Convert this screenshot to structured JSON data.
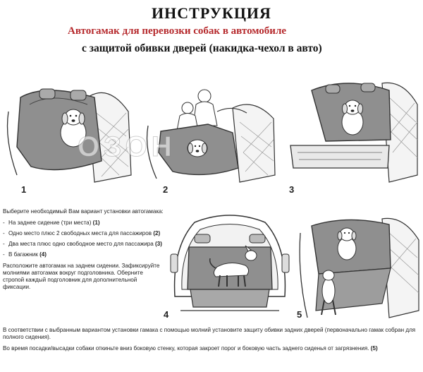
{
  "header": {
    "title": "ИНСТРУКЦИЯ",
    "subtitle": "Автогамак  для перевозки собак в автомобиле",
    "subtitle2": "с защитой обивки дверей (накидка-чехол в авто)"
  },
  "steps": [
    {
      "number": "1"
    },
    {
      "number": "2"
    },
    {
      "number": "3"
    },
    {
      "number": "4"
    },
    {
      "number": "5"
    }
  ],
  "instructions": {
    "intro": "Выберите необходимый Вам вариант установки автогамака:",
    "options": [
      {
        "text": "На заднее сидение (три места) ",
        "ref": "(1)"
      },
      {
        "text": "Одно место плюс 2 свободных места для пассажиров ",
        "ref": "(2)"
      },
      {
        "text": "Два места плюс одно свободное место для пассажира ",
        "ref": "(3)"
      },
      {
        "text": "В багажник ",
        "ref": "(4)"
      }
    ],
    "mounting": "Расположите автогамак на заднем сидении. Зафиксируйте молниями автогамак вокруг подголовника. Оберните стропой каждый подголовник для дополнительной фиксации."
  },
  "bottom": {
    "p1": "В соответствии с выбранным вариантом установки гамака с помощью молний установите защиту обивки задних дверей (первоначально гамак собран для полного сидения).",
    "p2": "Во время посадки/высадки собаки откиньте вниз боковую стенку, которая закроет порог и боковую часть заднего сиденья от загрязнения. ",
    "p2_ref": "(5)"
  },
  "watermark": "ОЗОН",
  "colors": {
    "accent_red": "#b5282b",
    "hammock_gray": "#8f8f8f",
    "line": "#333333"
  }
}
